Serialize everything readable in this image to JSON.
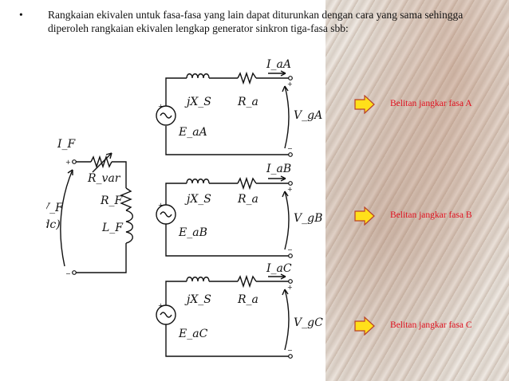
{
  "slide": {
    "bullet_symbol": "•",
    "bullet_text": "Rangkaian ekivalen untuk fasa-fasa yang lain dapat diturunkan dengan cara yang sama sehingga diperoleh rangkaian ekivalen lengkap generator sinkron tiga-fasa sbb:"
  },
  "diagram": {
    "field": {
      "current": "I_F",
      "voltage": "V_F",
      "voltage_note": "(dc)",
      "rvar": "R_var",
      "resistance": "R_F",
      "inductance": "L_F",
      "plus": "+",
      "minus": "−"
    },
    "phases": [
      {
        "current": "I_aA",
        "reactance": "jX_S",
        "resistance": "R_a",
        "emf": "E_aA",
        "voltage": "V_gA",
        "plus": "+",
        "minus": "−"
      },
      {
        "current": "I_aB",
        "reactance": "jX_S",
        "resistance": "R_a",
        "emf": "E_aB",
        "voltage": "V_gB",
        "plus": "+",
        "minus": "−"
      },
      {
        "current": "I_aC",
        "reactance": "jX_S",
        "resistance": "R_a",
        "emf": "E_aC",
        "voltage": "V_gC",
        "plus": "+",
        "minus": "−"
      }
    ]
  },
  "labels": {
    "phase_a": "Belitan jangkar fasa A",
    "phase_b": "Belitan jangkar fasa B",
    "phase_c": "Belitan jangkar fasa C"
  },
  "colors": {
    "arrow_fill": "#ffe01a",
    "arrow_stroke": "#b8402a",
    "label_text": "#e0101e"
  }
}
